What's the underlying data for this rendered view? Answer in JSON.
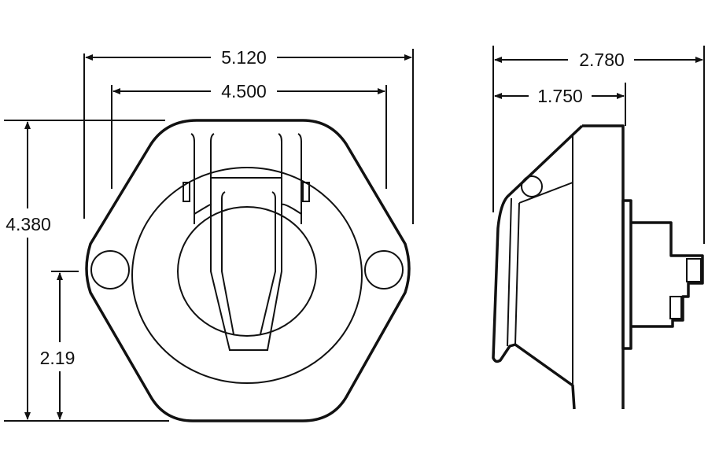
{
  "front_view": {
    "dimensions": {
      "overall_width": "5.120",
      "mounting_hole_spacing": "4.500",
      "overall_height": "4.380",
      "hole_center_height": "2.19"
    }
  },
  "side_view": {
    "dimensions": {
      "overall_depth": "2.780",
      "flange_depth": "1.750"
    }
  },
  "colors": {
    "line": "#111111",
    "background": "#ffffff"
  }
}
